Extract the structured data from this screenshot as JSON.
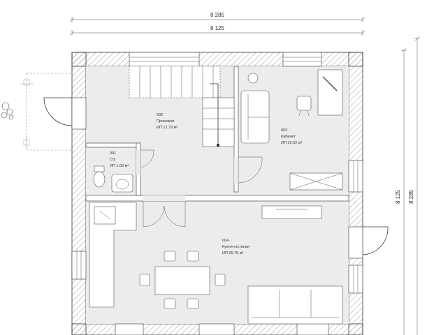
{
  "dimensions": {
    "top_outer": "8 285",
    "top_inner": "8 125",
    "right_inner": "8 125",
    "right_outer": "8 285"
  },
  "rooms": [
    {
      "number": "001",
      "name": "С/у",
      "area": "ИП  1.69 м²"
    },
    {
      "number": "002",
      "name": "Прихожая",
      "area": "ИП  12.79 м²"
    },
    {
      "number": "003",
      "name": "Кабинет",
      "area": "ИП  10.62 м²"
    },
    {
      "number": "004",
      "name": "Кухня-гостиная",
      "area": "ИП       25.75 м²"
    }
  ],
  "colors": {
    "floor": "#ececec",
    "wall_fill": "#ffffff",
    "hatch": "#888888",
    "line": "#333333"
  }
}
